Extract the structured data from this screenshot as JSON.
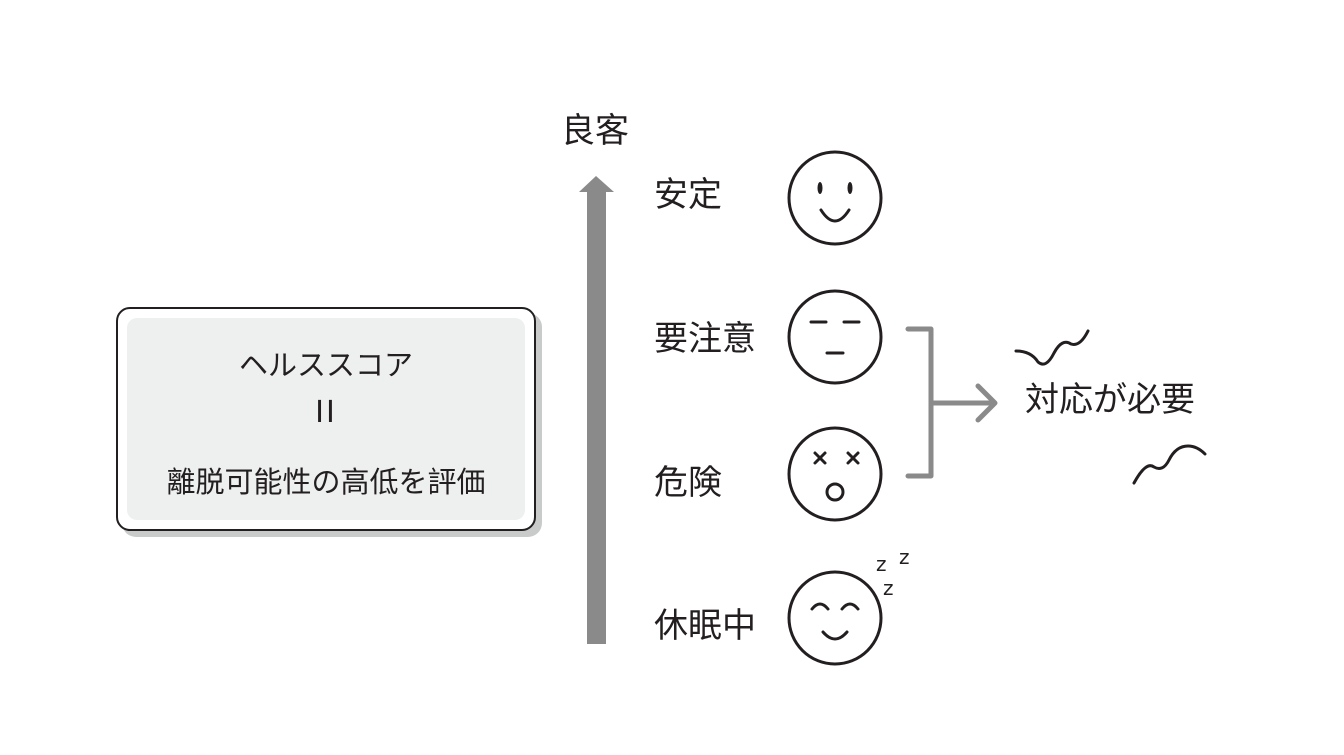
{
  "score_card": {
    "title": "ヘルススコア",
    "equals": "II",
    "description": "離脱可能性の高低を評価"
  },
  "axis": {
    "top_label": "良客",
    "color": "#8a8a8a"
  },
  "levels": [
    {
      "label": "安定",
      "face": "smiling-face-icon"
    },
    {
      "label": "要注意",
      "face": "neutral-face-icon"
    },
    {
      "label": "危険",
      "face": "shocked-face-icon"
    },
    {
      "label": "休眠中",
      "face": "sleeping-face-icon"
    }
  ],
  "action": {
    "label": "対応が必要",
    "bracket_color": "#8a8a8a"
  },
  "sleep_marks": [
    "z",
    "z",
    "z"
  ]
}
